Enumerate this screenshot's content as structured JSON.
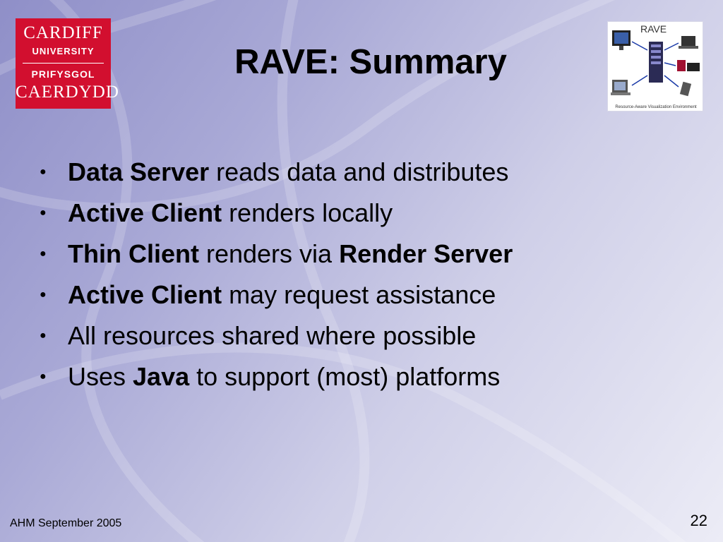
{
  "slide": {
    "title": "RAVE: Summary",
    "footer": "AHM September 2005",
    "page_number": "22"
  },
  "logo": {
    "line1": "CARDIFF",
    "line2": "UNIVERSITY",
    "line3": "PRIFYSGOL",
    "line4": "CAERDYDD"
  },
  "diagram": {
    "label": "RAVE",
    "caption": "Resource-Aware Visualization Environment"
  },
  "bullets": [
    {
      "bold": "Data Server",
      "text": " reads data and distributes"
    },
    {
      "bold": "Active Client",
      "text": " renders locally"
    },
    {
      "bold": "Thin Client",
      "text": " renders via ",
      "bold2": "Render Server"
    },
    {
      "bold": "Active Client",
      "text": " may request assistance"
    },
    {
      "pre": "All resources shared where possible"
    },
    {
      "pre": "Uses ",
      "bold": "Java",
      "text": " to support (most) platforms"
    }
  ],
  "colors": {
    "logo_red": "#d20f2f",
    "background_start": "#8f8fc8",
    "background_end": "#ececf6"
  }
}
